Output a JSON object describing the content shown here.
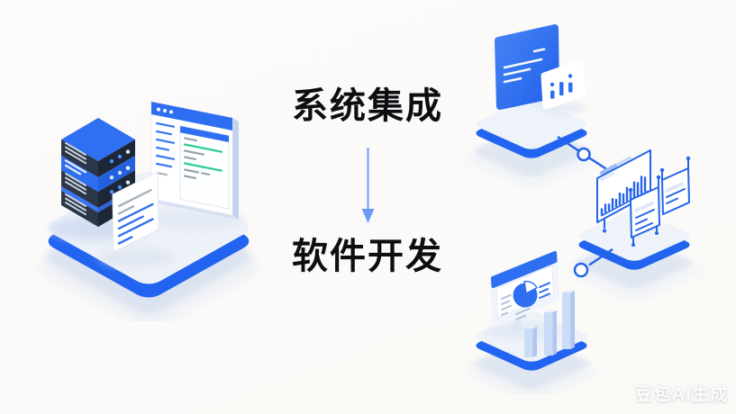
{
  "background": "#fbfaf8",
  "flow": {
    "from_label": "系统集成",
    "to_label": "软件开发",
    "direction": "down",
    "arrow_color": "#6d9bf3"
  },
  "watermark": {
    "label": "豆包AI生成"
  },
  "palette": {
    "primary_blue": "#2e6ff2",
    "rim_blue": "#2264f0",
    "outline_blue": "#2565e9",
    "dark_navy": "#2b3648",
    "green_accent": "#2bcd92",
    "gray_line": "#a9b1bd",
    "platform_top": "#eef2f9",
    "light_column_fill": "#cbdcf7"
  },
  "illustrations": {
    "left_cluster": {
      "name": "server-and-code-platform",
      "parts": [
        "server-stack",
        "browser-window",
        "document-sheet",
        "isometric-platform"
      ]
    },
    "right_clusters": [
      {
        "name": "message-and-bars-platform",
        "parts": [
          "blue-message-card",
          "mini-bar-chart-card",
          "isometric-platform"
        ]
      },
      {
        "name": "analytics-boards-platform",
        "parts": [
          "histogram-board",
          "note-board",
          "note-board",
          "isometric-platform"
        ]
      },
      {
        "name": "dashboard-platform",
        "parts": [
          "monitor-with-pie-chart",
          "three-3d-columns",
          "isometric-platform"
        ]
      }
    ],
    "connector_count": 2
  }
}
